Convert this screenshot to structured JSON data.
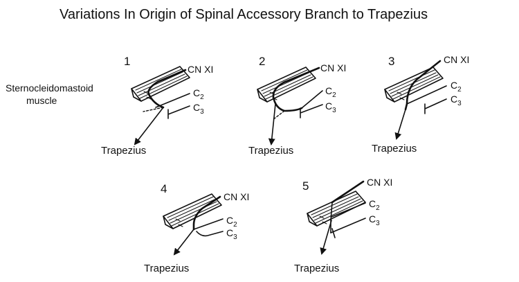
{
  "title": "Variations In Origin of Spinal Accessory Branch to Trapezius",
  "muscle_label_line1": "Sternocleidomastoid",
  "muscle_label_line2": "muscle",
  "panels": [
    {
      "number": "1",
      "nerve": "CN XI",
      "c2_letter": "C",
      "c2_sub": "2",
      "c3_letter": "C",
      "c3_sub": "3",
      "target": "Trapezius"
    },
    {
      "number": "2",
      "nerve": "CN XI",
      "c2_letter": "C",
      "c2_sub": "2",
      "c3_letter": "C",
      "c3_sub": "3",
      "target": "Trapezius"
    },
    {
      "number": "3",
      "nerve": "CN XI",
      "c2_letter": "C",
      "c2_sub": "2",
      "c3_letter": "C",
      "c3_sub": "3",
      "target": "Trapezius"
    },
    {
      "number": "4",
      "nerve": "CN XI",
      "c2_letter": "C",
      "c2_sub": "2",
      "c3_letter": "C",
      "c3_sub": "3",
      "target": "Trapezius"
    },
    {
      "number": "5",
      "nerve": "CN XI",
      "c2_letter": "C",
      "c2_sub": "2",
      "c3_letter": "C",
      "c3_sub": "3",
      "target": "Trapezius"
    }
  ]
}
